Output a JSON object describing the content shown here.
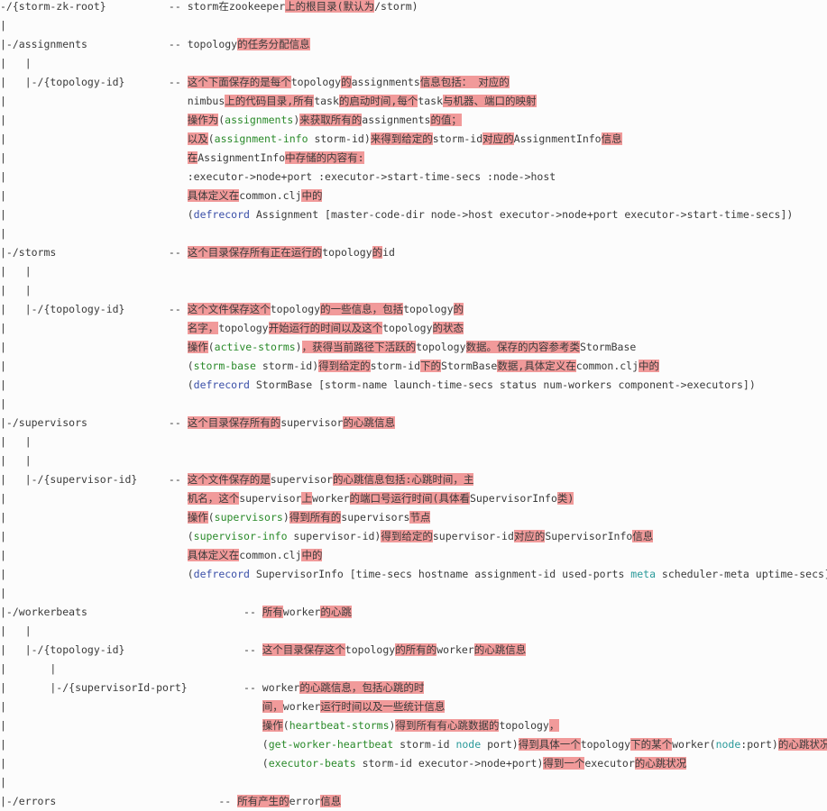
{
  "lines": [
    [
      [
        "-/{storm-zk-root}          -- storm",
        ""
      ],
      [
        "在",
        ""
      ],
      [
        "zookeeper",
        ""
      ],
      [
        "上的根目录(默认为",
        "hl"
      ],
      [
        "/storm)",
        ""
      ]
    ],
    [
      [
        "|",
        ""
      ]
    ],
    [
      [
        "|-/assignments             -- topology",
        ""
      ],
      [
        "的任务分配信息",
        "hl"
      ]
    ],
    [
      [
        "|   |",
        ""
      ]
    ],
    [
      [
        "|   |-/{topology-id}       -- ",
        ""
      ],
      [
        "这个下面保存的是每个",
        "hl"
      ],
      [
        "topology",
        ""
      ],
      [
        "的",
        "hl"
      ],
      [
        "assignments",
        ""
      ],
      [
        "信息包括： 对应的",
        "hl"
      ]
    ],
    [
      [
        "|                             nimbus",
        ""
      ],
      [
        "上的代码目录,所有",
        "hl"
      ],
      [
        "task",
        ""
      ],
      [
        "的启动时间,每个",
        "hl"
      ],
      [
        "task",
        ""
      ],
      [
        "与机器、端口的映射",
        "hl"
      ]
    ],
    [
      [
        "|                             ",
        ""
      ],
      [
        "操作为",
        "hl"
      ],
      [
        "(",
        ""
      ],
      [
        "assignments",
        "g"
      ],
      [
        ")",
        ""
      ],
      [
        "来获取所有的",
        "hl"
      ],
      [
        "assignments",
        ""
      ],
      [
        "的值；",
        "hl"
      ]
    ],
    [
      [
        "|                             ",
        ""
      ],
      [
        "以及",
        "hl"
      ],
      [
        "(",
        ""
      ],
      [
        "assignment-info",
        "g"
      ],
      [
        " storm-id)",
        ""
      ],
      [
        "来得到给定的",
        "hl"
      ],
      [
        "storm-id",
        ""
      ],
      [
        "对应的",
        "hl"
      ],
      [
        "AssignmentInfo",
        ""
      ],
      [
        "信息",
        "hl"
      ]
    ],
    [
      [
        "|                             ",
        ""
      ],
      [
        "在",
        "hl"
      ],
      [
        "AssignmentInfo",
        ""
      ],
      [
        "中存储的内容有:",
        "hl"
      ]
    ],
    [
      [
        "|                             :executor->node+port :executor->start-time-secs :node->host",
        ""
      ]
    ],
    [
      [
        "|                             ",
        ""
      ],
      [
        "具体定义在",
        "hl"
      ],
      [
        "common.clj",
        ""
      ],
      [
        "中的",
        "hl"
      ]
    ],
    [
      [
        "|                             (",
        ""
      ],
      [
        "defrecord",
        "b"
      ],
      [
        " Assignment [master-code-dir node->host executor->node+port executor->start-time-secs])",
        ""
      ]
    ],
    [
      [
        "|",
        ""
      ]
    ],
    [
      [
        "|-/storms                  -- ",
        ""
      ],
      [
        "这个目录保存所有正在运行的",
        "hl"
      ],
      [
        "topology",
        ""
      ],
      [
        "的",
        "hl"
      ],
      [
        "id",
        ""
      ]
    ],
    [
      [
        "|   |",
        ""
      ]
    ],
    [
      [
        "|   |",
        ""
      ]
    ],
    [
      [
        "|   |-/{topology-id}       -- ",
        ""
      ],
      [
        "这个文件保存这个",
        "hl"
      ],
      [
        "topology",
        ""
      ],
      [
        "的一些信息，包括",
        "hl"
      ],
      [
        "topology",
        ""
      ],
      [
        "的",
        "hl"
      ]
    ],
    [
      [
        "|                             ",
        ""
      ],
      [
        "名字，",
        "hl"
      ],
      [
        "topology",
        ""
      ],
      [
        "开始运行的时间以及这个",
        "hl"
      ],
      [
        "topology",
        ""
      ],
      [
        "的状态",
        "hl"
      ]
    ],
    [
      [
        "|                             ",
        ""
      ],
      [
        "操作",
        "hl"
      ],
      [
        "(",
        ""
      ],
      [
        "active-storms",
        "g"
      ],
      [
        ")",
        ""
      ],
      [
        "，获得当前路径下活跃的",
        "hl"
      ],
      [
        "topology",
        ""
      ],
      [
        "数据。保存的内容参考类",
        "hl"
      ],
      [
        "StormBase",
        ""
      ]
    ],
    [
      [
        "|                             (",
        ""
      ],
      [
        "storm-base",
        "g"
      ],
      [
        " storm-id)",
        ""
      ],
      [
        "得到给定的",
        "hl"
      ],
      [
        "storm-id",
        ""
      ],
      [
        "下的",
        "hl"
      ],
      [
        "StormBase",
        ""
      ],
      [
        "数据,具体定义在",
        "hl"
      ],
      [
        "common.clj",
        ""
      ],
      [
        "中的",
        "hl"
      ]
    ],
    [
      [
        "|                             (",
        ""
      ],
      [
        "defrecord",
        "b"
      ],
      [
        " StormBase [storm-name launch-time-secs status num-workers component->executors])",
        ""
      ]
    ],
    [
      [
        "|",
        ""
      ]
    ],
    [
      [
        "|-/supervisors             -- ",
        ""
      ],
      [
        "这个目录保存所有的",
        "hl"
      ],
      [
        "supervisor",
        ""
      ],
      [
        "的心跳信息",
        "hl"
      ]
    ],
    [
      [
        "|   |",
        ""
      ]
    ],
    [
      [
        "|   |",
        ""
      ]
    ],
    [
      [
        "|   |-/{supervisor-id}     -- ",
        ""
      ],
      [
        "这个文件保存的是",
        "hl"
      ],
      [
        "supervisor",
        ""
      ],
      [
        "的心跳信息包括:心跳时间，主",
        "hl"
      ]
    ],
    [
      [
        "|                             ",
        ""
      ],
      [
        "机名，这个",
        "hl"
      ],
      [
        "supervisor",
        ""
      ],
      [
        "上",
        "hl"
      ],
      [
        "worker",
        ""
      ],
      [
        "的端口号运行时间(具体看",
        "hl"
      ],
      [
        "SupervisorInfo",
        ""
      ],
      [
        "类)",
        "hl"
      ]
    ],
    [
      [
        "|                             ",
        ""
      ],
      [
        "操作",
        "hl"
      ],
      [
        "(",
        ""
      ],
      [
        "supervisors",
        "g"
      ],
      [
        ")",
        ""
      ],
      [
        "得到所有的",
        "hl"
      ],
      [
        "supervisors",
        ""
      ],
      [
        "节点",
        "hl"
      ]
    ],
    [
      [
        "|                             (",
        ""
      ],
      [
        "supervisor-info",
        "g"
      ],
      [
        " supervisor-id)",
        ""
      ],
      [
        "得到给定的",
        "hl"
      ],
      [
        "supervisor-id",
        ""
      ],
      [
        "对应的",
        "hl"
      ],
      [
        "SupervisorInfo",
        ""
      ],
      [
        "信息",
        "hl"
      ]
    ],
    [
      [
        "|                             ",
        ""
      ],
      [
        "具体定义在",
        "hl"
      ],
      [
        "common.clj",
        ""
      ],
      [
        "中的",
        "hl"
      ]
    ],
    [
      [
        "|                             (",
        ""
      ],
      [
        "defrecord",
        "b"
      ],
      [
        " SupervisorInfo [time-secs hostname assignment-id used-ports ",
        ""
      ],
      [
        "meta",
        "c"
      ],
      [
        " scheduler-meta uptime-secs])",
        ""
      ]
    ],
    [
      [
        "|",
        ""
      ]
    ],
    [
      [
        "|-/workerbeats                         -- ",
        ""
      ],
      [
        "所有",
        "hl"
      ],
      [
        "worker",
        ""
      ],
      [
        "的心跳",
        "hl"
      ]
    ],
    [
      [
        "|   |",
        ""
      ]
    ],
    [
      [
        "|   |-/{topology-id}                   -- ",
        ""
      ],
      [
        "这个目录保存这个",
        "hl"
      ],
      [
        "topology",
        ""
      ],
      [
        "的所有的",
        "hl"
      ],
      [
        "worker",
        ""
      ],
      [
        "的心跳信息",
        "hl"
      ]
    ],
    [
      [
        "|       |",
        ""
      ]
    ],
    [
      [
        "|       |-/{supervisorId-port}         -- worker",
        ""
      ],
      [
        "的心跳信息，包括心跳的时",
        "hl"
      ]
    ],
    [
      [
        "|                                         ",
        ""
      ],
      [
        "间，",
        "hl"
      ],
      [
        "worker",
        ""
      ],
      [
        "运行时间以及一些统计信息",
        "hl"
      ]
    ],
    [
      [
        "|                                         ",
        ""
      ],
      [
        "操作",
        "hl"
      ],
      [
        "(",
        ""
      ],
      [
        "heartbeat-storms",
        "g"
      ],
      [
        ")",
        ""
      ],
      [
        "得到所有有心跳数据的",
        "hl"
      ],
      [
        "topology",
        ""
      ],
      [
        "，",
        "hl"
      ]
    ],
    [
      [
        "|                                         (",
        ""
      ],
      [
        "get-worker-heartbeat",
        "g"
      ],
      [
        " storm-id ",
        ""
      ],
      [
        "node",
        "c"
      ],
      [
        " port)",
        ""
      ],
      [
        "得到具体一个",
        "hl"
      ],
      [
        "topology",
        ""
      ],
      [
        "下的某个",
        "hl"
      ],
      [
        "worker",
        ""
      ],
      [
        "(",
        ""
      ],
      [
        "node",
        "c"
      ],
      [
        ":port)",
        ""
      ],
      [
        "的心跳状况，",
        "hl"
      ]
    ],
    [
      [
        "|                                         (",
        ""
      ],
      [
        "executor-beats",
        "g"
      ],
      [
        " storm-id executor->node+port)",
        ""
      ],
      [
        "得到一个",
        "hl"
      ],
      [
        "executor",
        ""
      ],
      [
        "的心跳状况",
        "hl"
      ]
    ],
    [
      [
        "|",
        ""
      ]
    ],
    [
      [
        "|-/errors                          -- ",
        ""
      ],
      [
        "所有产生的",
        "hl"
      ],
      [
        "error",
        ""
      ],
      [
        "信息",
        "hl"
      ]
    ]
  ]
}
